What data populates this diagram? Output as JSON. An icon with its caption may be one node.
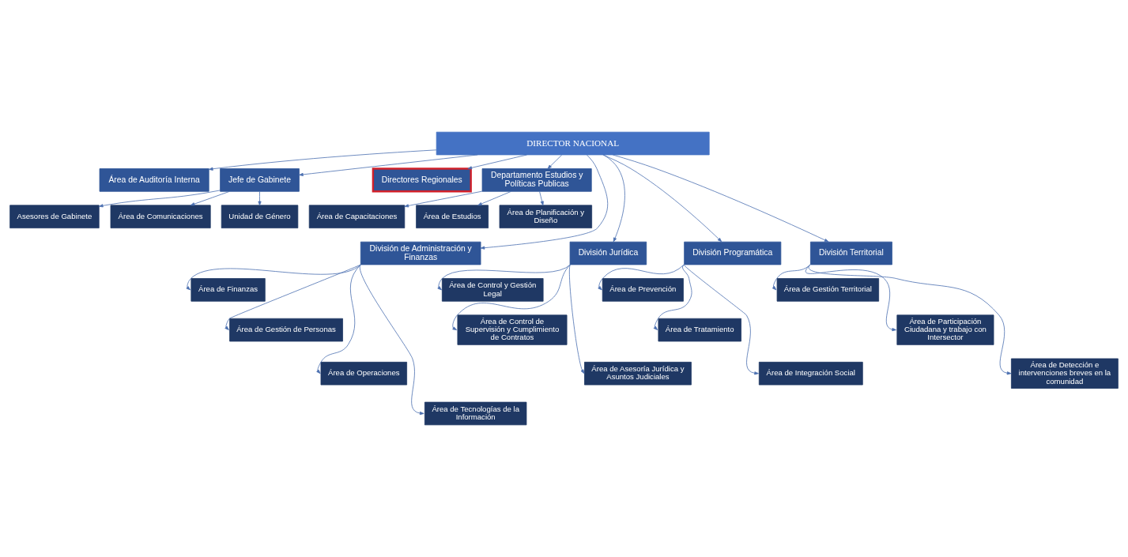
{
  "diagram": {
    "nodes": [
      {
        "text": [
          "DIRECTOR NACIONAL"
        ]
      },
      {
        "text": [
          "Área de Auditoría Interna"
        ]
      },
      {
        "text": [
          "Jefe de Gabinete"
        ]
      },
      {
        "text": [
          "Directores Regionales"
        ]
      },
      {
        "text": [
          "Departamento Estudios y Políticas Publicas"
        ]
      },
      {
        "text": [
          "Asesores de Gabinete"
        ]
      },
      {
        "text": [
          "Área de Comunicaciones"
        ]
      },
      {
        "text": [
          "Unidad de Género"
        ]
      },
      {
        "text": [
          "Área de Capacitaciones"
        ]
      },
      {
        "text": [
          "Área de Estudios"
        ]
      },
      {
        "text": [
          "Área de Planificación y Diseño"
        ]
      },
      {
        "text": [
          "División de Administración y Finanzas"
        ]
      },
      {
        "text": [
          "División Jurídica"
        ]
      },
      {
        "text": [
          "División Programática"
        ]
      },
      {
        "text": [
          "División Territorial"
        ]
      },
      {
        "text": [
          "Área de Finanzas"
        ]
      },
      {
        "text": [
          "Área de Gestión de Personas"
        ]
      },
      {
        "text": [
          "Área de Operaciones"
        ]
      },
      {
        "text": [
          "Área de Tecnologías de la Información"
        ]
      },
      {
        "text": [
          "Área de Control y Gestión Legal"
        ]
      },
      {
        "text": [
          "Área de Control de Supervisión y Cumplimiento de Contratos"
        ]
      },
      {
        "text": [
          "Área de Asesoría Jurídica y Asuntos Judiciales"
        ]
      },
      {
        "text": [
          "Área de Prevención"
        ]
      },
      {
        "text": [
          "Área de Tratamiento"
        ]
      },
      {
        "text": [
          "Área de Integración Social"
        ]
      },
      {
        "text": [
          "Área de Gestión Territorial"
        ]
      },
      {
        "text": [
          "Área de Participación Ciudadana y trabajo con Intersector"
        ]
      },
      {
        "text": [
          "Área de Detección e intervenciones breves en la comunidad"
        ]
      }
    ],
    "edges": [
      {
        "from": 0,
        "to": 1,
        "arrow": "to"
      },
      {
        "from": 0,
        "to": 2,
        "arrow": "to"
      },
      {
        "from": 0,
        "to": 3,
        "arrow": "to"
      },
      {
        "from": 0,
        "to": 4,
        "arrow": "to"
      },
      {
        "from": 2,
        "to": 5,
        "arrow": "to"
      },
      {
        "from": 2,
        "to": 6,
        "arrow": "to"
      },
      {
        "from": 2,
        "to": 7,
        "arrow": "to"
      },
      {
        "from": 4,
        "to": 8,
        "arrow": "to"
      },
      {
        "from": 4,
        "to": 9,
        "arrow": "to"
      },
      {
        "from": 4,
        "to": 10,
        "arrow": "to"
      },
      {
        "from": 0,
        "to": 11,
        "arrow": "to"
      },
      {
        "from": 0,
        "to": 12,
        "arrow": "to"
      },
      {
        "from": 0,
        "to": 13,
        "arrow": "to"
      },
      {
        "from": 0,
        "to": 14,
        "arrow": "to"
      },
      {
        "from": 11,
        "to": 15,
        "arrow": "to"
      },
      {
        "from": 11,
        "to": 16,
        "arrow": "to"
      },
      {
        "from": 11,
        "to": 17,
        "arrow": "to"
      },
      {
        "from": 11,
        "to": 18,
        "arrow": "to"
      },
      {
        "from": 12,
        "to": 19,
        "arrow": "to"
      },
      {
        "from": 12,
        "to": 20,
        "arrow": "to"
      },
      {
        "from": 12,
        "to": 21,
        "arrow": "to"
      },
      {
        "from": 13,
        "to": 22,
        "arrow": "to"
      },
      {
        "from": 13,
        "to": 23,
        "arrow": "to"
      },
      {
        "from": 13,
        "to": 24,
        "arrow": "to"
      },
      {
        "from": 14,
        "to": 25,
        "arrow": "to"
      },
      {
        "from": 14,
        "to": 26,
        "arrow": "to"
      },
      {
        "from": 14,
        "to": 27,
        "arrow": "to"
      }
    ]
  }
}
